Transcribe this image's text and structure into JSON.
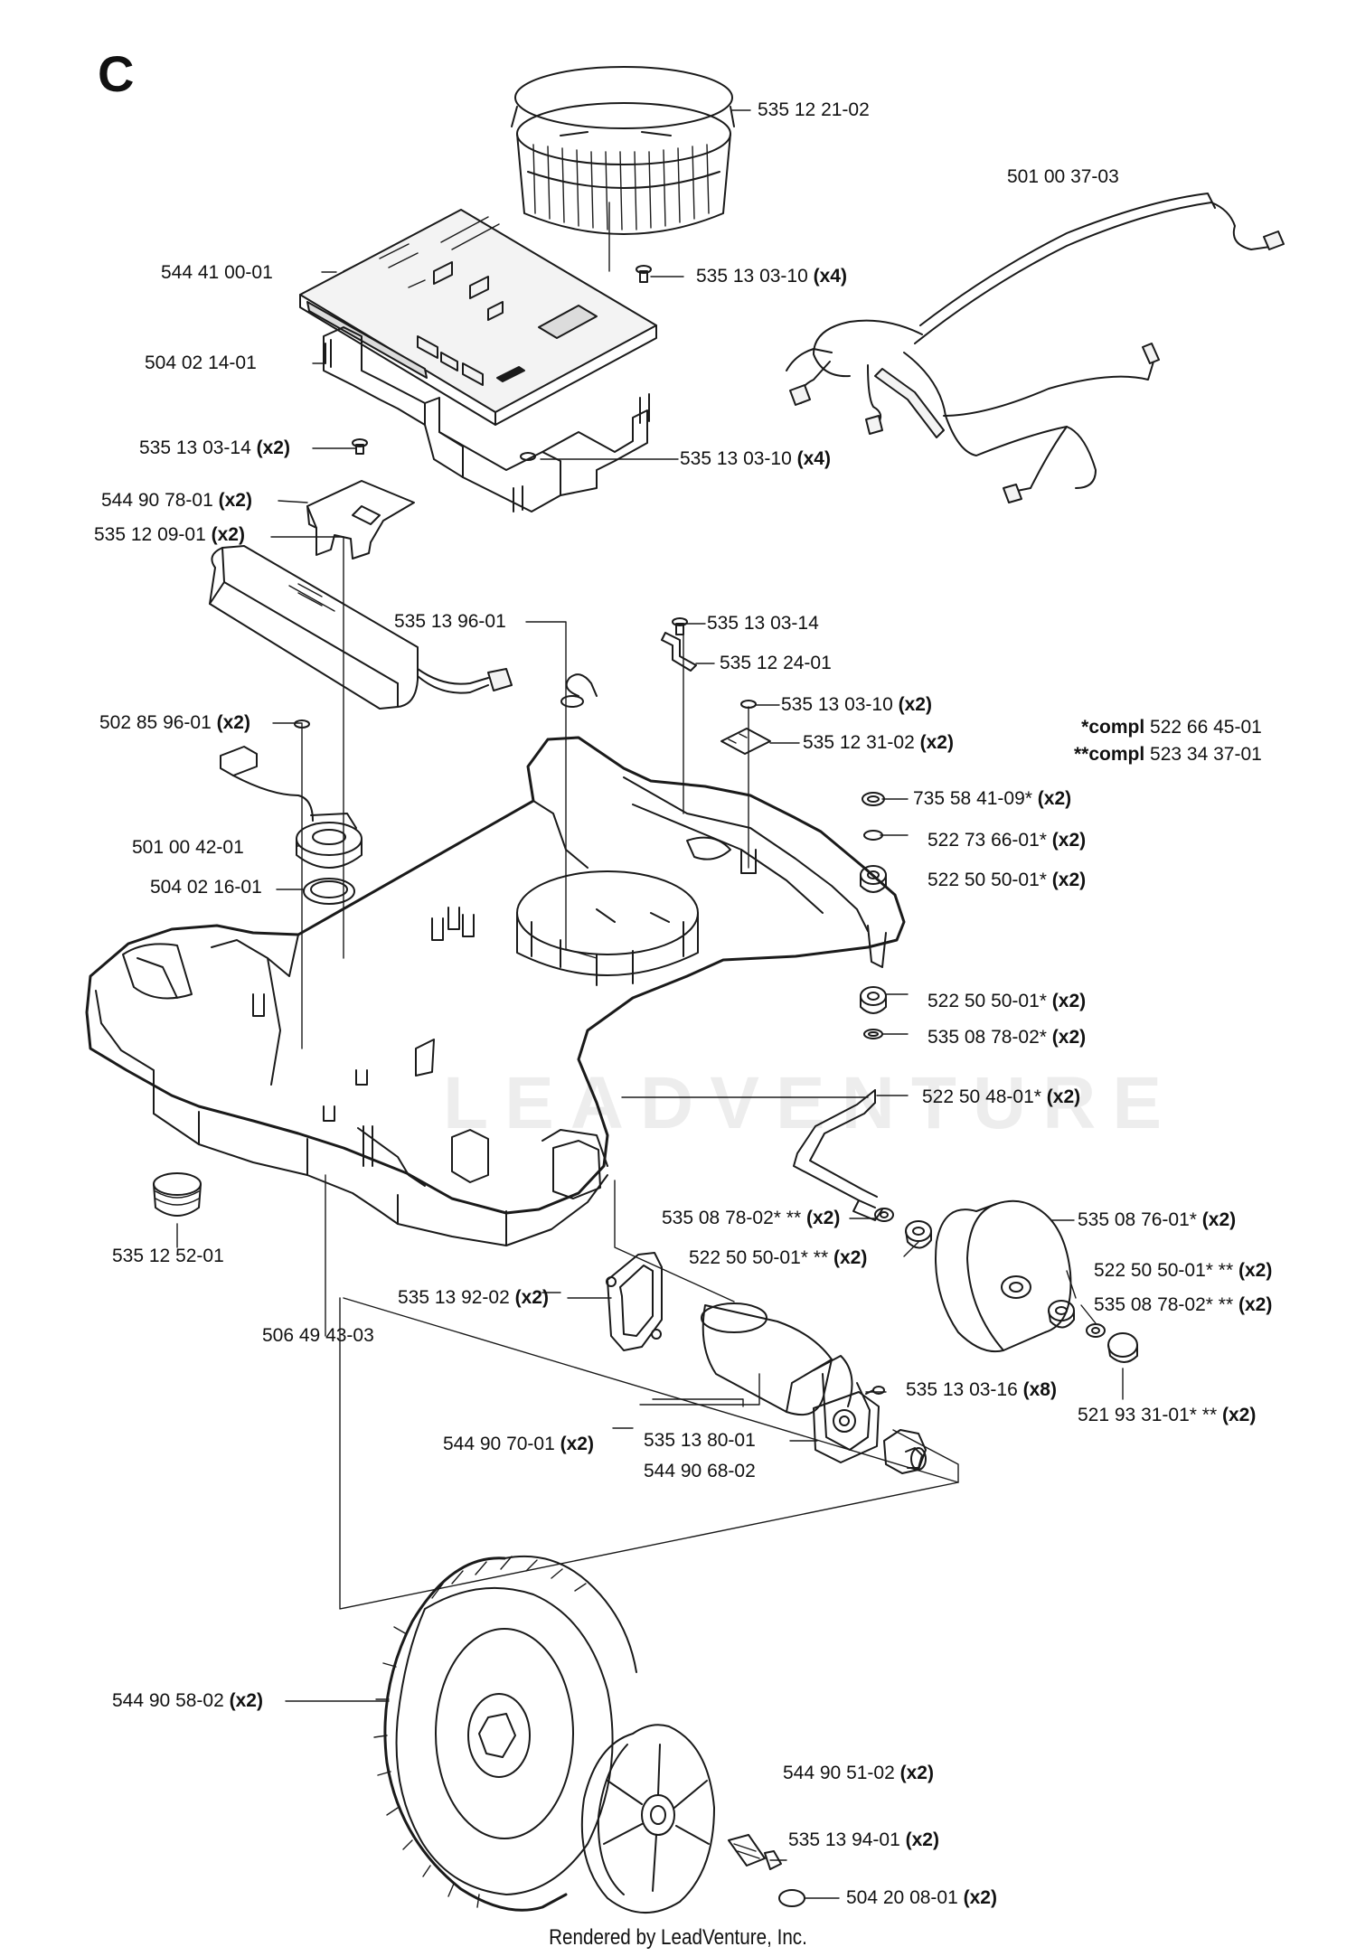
{
  "section": "C",
  "footer": "Rendered by LeadVenture, Inc.",
  "watermark": "LEADVENTURE",
  "notes": {
    "compl1_prefix": "*compl",
    "compl1_part": "522 66 45-01",
    "compl2_prefix": "**compl",
    "compl2_part": "523 34 37-01"
  },
  "callouts": {
    "p01": {
      "part": "535 12 21-02",
      "qty": ""
    },
    "p02": {
      "part": "501 00 37-03",
      "qty": ""
    },
    "p03": {
      "part": "544 41 00-01",
      "qty": ""
    },
    "p04": {
      "part": "535 13 03-10",
      "qty": "(x4)"
    },
    "p05": {
      "part": "504 02 14-01",
      "qty": ""
    },
    "p06": {
      "part": "535 13 03-14",
      "qty": "(x2)"
    },
    "p07": {
      "part": "535 13 03-10",
      "qty": "(x4)"
    },
    "p08": {
      "part": "544 90 78-01",
      "qty": "(x2)"
    },
    "p09": {
      "part": "535 12 09-01",
      "qty": "(x2)"
    },
    "p10": {
      "part": "535 13 96-01",
      "qty": ""
    },
    "p11": {
      "part": "535 13 03-14",
      "qty": ""
    },
    "p12": {
      "part": "535 12 24-01",
      "qty": ""
    },
    "p13": {
      "part": "535 13 03-10",
      "qty": "(x2)"
    },
    "p14": {
      "part": "502 85 96-01",
      "qty": "(x2)"
    },
    "p15": {
      "part": "535 12 31-02",
      "qty": "(x2)"
    },
    "p16": {
      "part": "735 58 41-09*",
      "qty": "(x2)"
    },
    "p17": {
      "part": "522 73 66-01*",
      "qty": "(x2)"
    },
    "p18": {
      "part": "501 00 42-01",
      "qty": ""
    },
    "p19": {
      "part": "522 50 50-01*",
      "qty": "(x2)"
    },
    "p20": {
      "part": "504 02 16-01",
      "qty": ""
    },
    "p21": {
      "part": "522 50 50-01*",
      "qty": "(x2)"
    },
    "p22": {
      "part": "535 08 78-02*",
      "qty": "(x2)"
    },
    "p23": {
      "part": "522 50 48-01*",
      "qty": "(x2)"
    },
    "p24": {
      "part": "535 08 78-02* **",
      "qty": "(x2)"
    },
    "p25": {
      "part": "535 08 76-01*",
      "qty": "(x2)"
    },
    "p26": {
      "part": "522 50 50-01* **",
      "qty": "(x2)"
    },
    "p27": {
      "part": "522 50 50-01* **",
      "qty": "(x2)"
    },
    "p28": {
      "part": "535 12 52-01",
      "qty": ""
    },
    "p29": {
      "part": "535 08 78-02* **",
      "qty": "(x2)"
    },
    "p30": {
      "part": "535 13 92-02",
      "qty": "(x2)"
    },
    "p31": {
      "part": "506 49 43-03",
      "qty": ""
    },
    "p32": {
      "part": "535 13 03-16",
      "qty": "(x8)"
    },
    "p33": {
      "part": "521 93 31-01* **",
      "qty": "(x2)"
    },
    "p34": {
      "part": "544 90 70-01",
      "qty": "(x2)"
    },
    "p35": {
      "part": "535 13 80-01",
      "qty": ""
    },
    "p36": {
      "part": "544 90 68-02",
      "qty": ""
    },
    "p37": {
      "part": "544 90 58-02",
      "qty": "(x2)"
    },
    "p38": {
      "part": "544 90 51-02",
      "qty": "(x2)"
    },
    "p39": {
      "part": "535 13 94-01",
      "qty": "(x2)"
    },
    "p40": {
      "part": "504 20 08-01",
      "qty": "(x2)"
    }
  }
}
